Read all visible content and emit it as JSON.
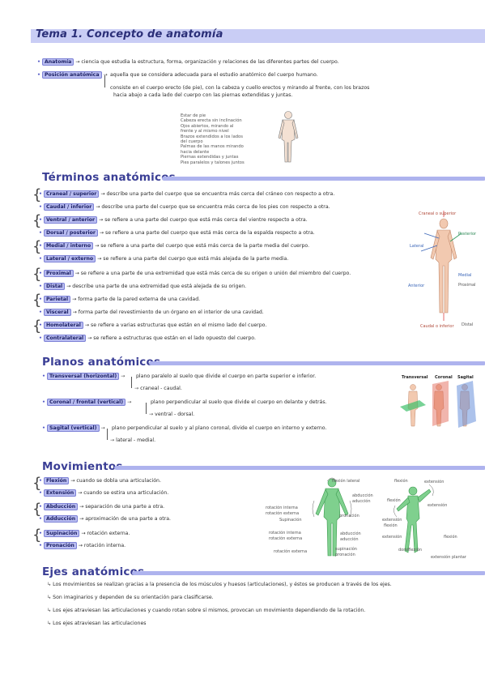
{
  "title": "Tema 1. Concepto de anatomía",
  "intro": {
    "anatomia_term": "Anatomía",
    "anatomia_def": "→ ciencia que estudia la estructura, forma, organización y relaciones de las diferentes partes del cuerpo.",
    "posicion_term": "Posición anatómica",
    "posicion_def1": "aquella que se considera adecuada para el estudio anatómico del cuerpo humano.",
    "posicion_def2a": "consiste en el cuerpo erecto (de pie), con la cabeza y cuello erectos y mirando al frente, con los brazos",
    "posicion_def2b": "hacia abajo a cada lado del cuerpo con las piernas extendidas y juntas.",
    "figure_list": [
      "Estar de pie",
      "Cabeza erecta sin inclinación",
      "Ojos abiertos, mirando al",
      "frente y al mismo nivel",
      "Brazos extendidos a los lados",
      "del cuerpo",
      "Palmas de las manos mirando",
      "hacia delante",
      "Piernas extendidas y juntas",
      "Pies paralelos y talones juntos"
    ]
  },
  "terminos": {
    "heading": "Términos anatómicos",
    "items": [
      {
        "term": "Craneal / superior",
        "def": "→ describe una parte del cuerpo que se encuentra más cerca del cráneo con respecto a otra."
      },
      {
        "term": "Caudal / inferior",
        "def": "→ describe una parte del cuerpo que se encuentra más cerca de los pies con respecto a otra."
      },
      {
        "term": "Ventral / anterior",
        "def": "→ se refiere a una parte del cuerpo que está más cerca del vientre respecto a otra."
      },
      {
        "term": "Dorsal / posterior",
        "def": "→ se refiere a una parte del cuerpo que está más cerca de la espalda respecto a otra."
      },
      {
        "term": "Medial / interno",
        "def": "→ se refiere a una parte del cuerpo que está más cerca de la parte media del cuerpo."
      },
      {
        "term": "Lateral / externo",
        "def": "→ se refiere a una parte del cuerpo que está más alejada de la parte media."
      },
      {
        "term": "Proximal",
        "def": "→ se refiere a una parte de una extremidad que está más cerca de su origen o unión del miembro del cuerpo."
      },
      {
        "term": "Distal",
        "def": "→ describe una parte de una extremidad que está alejada de su origen."
      },
      {
        "term": "Parietal",
        "def": "→ forma parte de la pared externa de una cavidad."
      },
      {
        "term": "Visceral",
        "def": "→ forma parte del revestimiento de un órgano en el interior de una cavidad."
      },
      {
        "term": "Homolateral",
        "def": "→ se refiere a varias estructuras que están en el mismo lado del cuerpo."
      },
      {
        "term": "Contralateral",
        "def": "→ se refiere a estructuras que están en el lado opuesto del cuerpo."
      }
    ],
    "figure_labels": {
      "craneal": "Craneal o superior",
      "posterior": "Posterior",
      "lateral": "Lateral",
      "medial": "Medial",
      "anterior": "Anterior",
      "proximal": "Proximal",
      "distal": "Distal",
      "caudal": "Caudal o inferior"
    }
  },
  "planos": {
    "heading": "Planos anatómicos",
    "items": [
      {
        "term": "Transversal (horizontal)",
        "def1": "plano paralelo al suelo que divide el cuerpo en parte superior e inferior.",
        "def2": "craneal - caudal."
      },
      {
        "term": "Coronal / frontal (vertical)",
        "def1": "plano perpendicular al suelo que divide el cuerpo en delante y detrás.",
        "def2": "ventral - dorsal."
      },
      {
        "term": "Sagital (vertical)",
        "def1": "plano perpendicular al suelo y al plano coronal, divide el cuerpo en interno y externo.",
        "def2": "lateral - medial."
      }
    ],
    "figure_labels": [
      "Transversal",
      "Coronal",
      "Sagital"
    ]
  },
  "movimientos": {
    "heading": "Movimientos",
    "items": [
      {
        "term": "Flexión",
        "def": "→ cuando se dobla una articulación."
      },
      {
        "term": "Extensión",
        "def": "→ cuando se estira una articulación."
      },
      {
        "term": "Abducción",
        "def": "→ separación de una parte a otra."
      },
      {
        "term": "Adducción",
        "def": "→ aproximación de una parte a otra."
      },
      {
        "term": "Supinación",
        "def": "→ rotación externa."
      },
      {
        "term": "Pronación",
        "def": "→ rotación interna."
      }
    ],
    "figure_labels": {
      "flexion_lateral": "flexión lateral",
      "abduccion": "abducción",
      "aduccion": "aducción",
      "pronacion": "pronación",
      "rotacion_interna": "rotación interna",
      "rotacion_externa": "rotación externa",
      "supinacion": "Supinación",
      "rotacion_interna2": "rotación interna",
      "rotacion_externa2": "rotación externa",
      "abduccion2": "abducción",
      "aduccion2": "aducción",
      "rotacion_externa3": "rotación externa",
      "supinacion2": "supinación",
      "pronacion2": "pronación",
      "flexion1": "flexión",
      "extension1": "extensión",
      "flexion2": "flexión",
      "extension2": "extensión",
      "flexion3": "flexión",
      "extension3": "extensión",
      "flexion4": "flexión",
      "extension4": "extensión",
      "dorsiflexion": "dorsiflexión",
      "extension_plantar": "extensión plantar"
    }
  },
  "ejes": {
    "heading": "Ejes anatómicos",
    "items": [
      "Los movimientos se realizan gracias a la presencia de los músculos y huesos (articulaciones), y éstos se producen a través de los ejes.",
      "Son imaginarios y dependen de su orientación para clasificarse.",
      "Los ejes atraviesan las articulaciones y cuando rotan sobre sí mismos, provocan un movimiento dependiendo de la rotación.",
      "Los ejes atraviesan las articulaciones"
    ]
  },
  "colors": {
    "accent": "#3a3e95",
    "highlight": "#b9bdf1",
    "bar": "#c9cdf5"
  }
}
